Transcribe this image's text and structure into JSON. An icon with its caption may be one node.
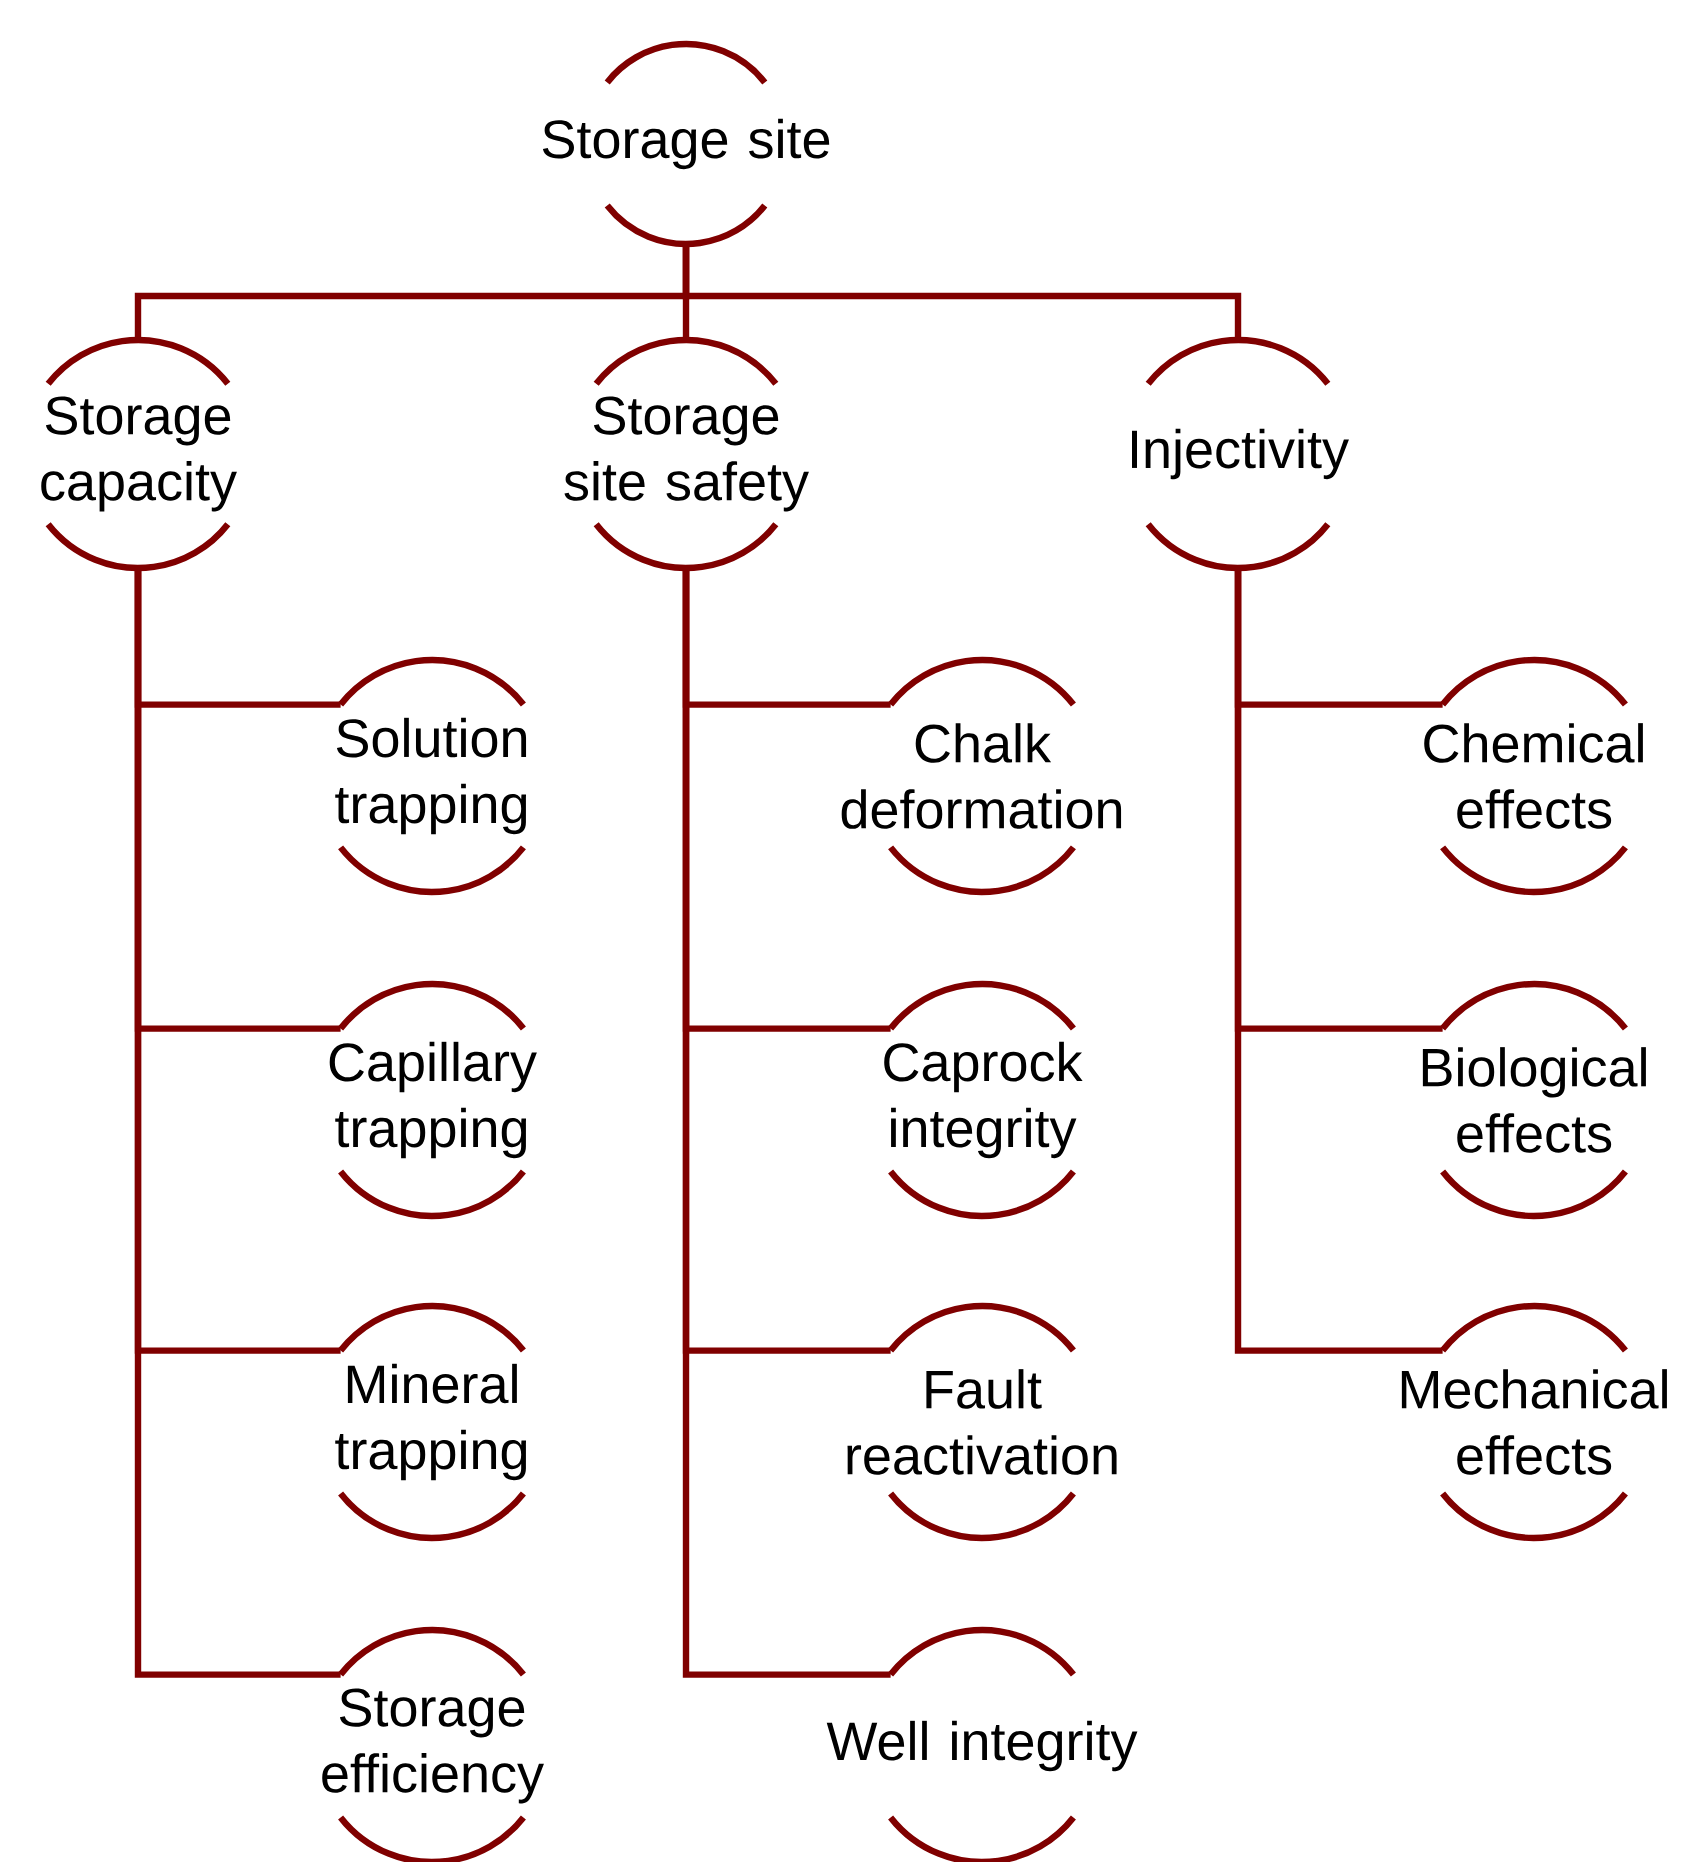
{
  "diagram": {
    "nodes": [
      {
        "text": [
          "Storage site"
        ]
      },
      {
        "text": [
          "Storage capacity"
        ]
      },
      {
        "text": [
          "Storage site safety"
        ]
      },
      {
        "text": [
          "Injectivity"
        ]
      },
      {
        "text": [
          "Solution trapping"
        ]
      },
      {
        "text": [
          "Capillary trapping"
        ]
      },
      {
        "text": [
          "Mineral trapping"
        ]
      },
      {
        "text": [
          "Storage efficiency"
        ]
      },
      {
        "text": [
          "Chalk deformation"
        ]
      },
      {
        "text": [
          "Caprock integrity"
        ]
      },
      {
        "text": [
          "Fault reactivation"
        ]
      },
      {
        "text": [
          "Well integrity"
        ]
      },
      {
        "text": [
          "Chemical effects"
        ]
      },
      {
        "text": [
          "Biological effects"
        ]
      },
      {
        "text": [
          "Mechanical effects"
        ]
      }
    ],
    "edges": [
      {
        "from": 0,
        "to": 1,
        "arrow": "none"
      },
      {
        "from": 0,
        "to": 2,
        "arrow": "none"
      },
      {
        "from": 0,
        "to": 3,
        "arrow": "none"
      },
      {
        "from": 1,
        "to": 4,
        "arrow": "none"
      },
      {
        "from": 1,
        "to": 5,
        "arrow": "none"
      },
      {
        "from": 1,
        "to": 6,
        "arrow": "none"
      },
      {
        "from": 1,
        "to": 7,
        "arrow": "none"
      },
      {
        "from": 2,
        "to": 8,
        "arrow": "none"
      },
      {
        "from": 2,
        "to": 9,
        "arrow": "none"
      },
      {
        "from": 2,
        "to": 10,
        "arrow": "none"
      },
      {
        "from": 2,
        "to": 11,
        "arrow": "none"
      },
      {
        "from": 3,
        "to": 12,
        "arrow": "none"
      },
      {
        "from": 3,
        "to": 13,
        "arrow": "none"
      },
      {
        "from": 3,
        "to": 14,
        "arrow": "none"
      }
    ]
  }
}
